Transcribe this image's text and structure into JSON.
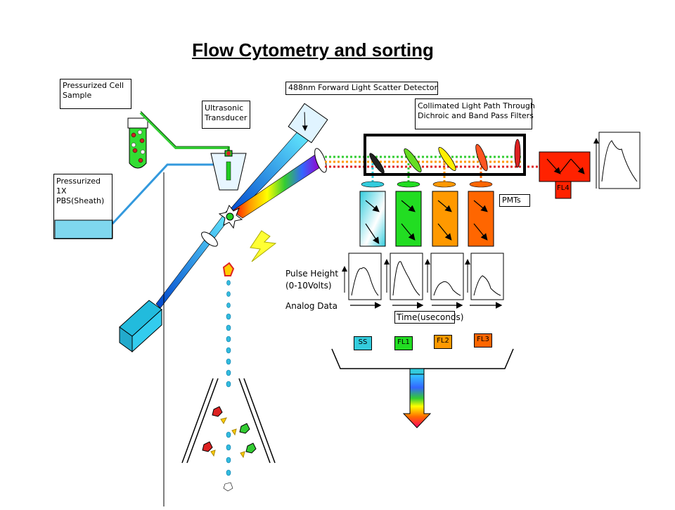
{
  "title": "Flow Cytometry and sorting",
  "labels": {
    "sample": "Pressurized Cell\nSample",
    "transducer": "Ultrasonic\nTransducer",
    "sheath": "Pressurized\n1X\nPBS(Sheath)",
    "fsc": "488nm Forward Light Scatter Detector",
    "filters": "Collimated Light Path Through\nDichroic and Band Pass Filters",
    "pmts": "PMTs",
    "pulse": "Pulse Height\n(0-10Volts)",
    "analog": "Analog Data",
    "time": "Time(useconds)",
    "fl4": "FL4"
  },
  "channels": [
    "SS",
    "FL1",
    "FL2",
    "FL3"
  ],
  "colors": {
    "cyan": "#33ccdd",
    "green": "#22dd22",
    "orange": "#ff9900",
    "dark_orange": "#ff6600",
    "red": "#ff2200",
    "blue_line": "#3399dd"
  }
}
